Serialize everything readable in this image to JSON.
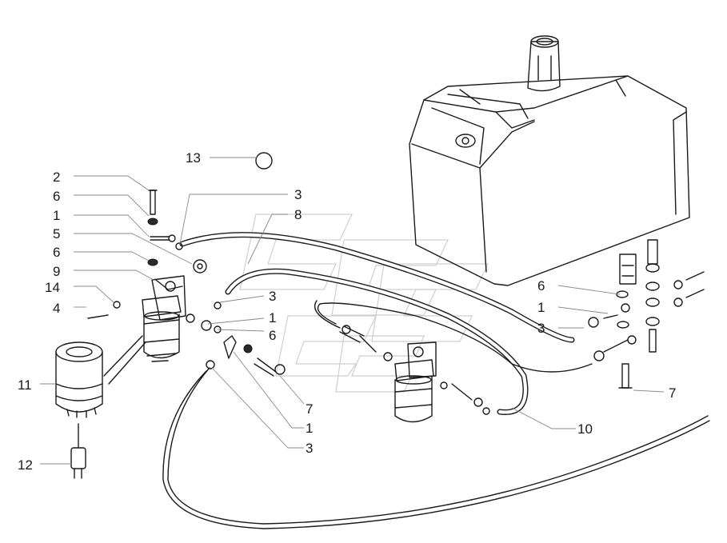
{
  "callouts": [
    {
      "id": "c13",
      "text": "13"
    },
    {
      "id": "c2",
      "text": "2"
    },
    {
      "id": "c6a",
      "text": "6"
    },
    {
      "id": "c1a",
      "text": "1"
    },
    {
      "id": "c5",
      "text": "5"
    },
    {
      "id": "c6b",
      "text": "6"
    },
    {
      "id": "c9",
      "text": "9"
    },
    {
      "id": "c14",
      "text": "14"
    },
    {
      "id": "c4",
      "text": "4"
    },
    {
      "id": "c11",
      "text": "11"
    },
    {
      "id": "c12",
      "text": "12"
    },
    {
      "id": "c3a",
      "text": "3"
    },
    {
      "id": "c8",
      "text": "8"
    },
    {
      "id": "c3b",
      "text": "3"
    },
    {
      "id": "c1b",
      "text": "1"
    },
    {
      "id": "c6c",
      "text": "6"
    },
    {
      "id": "c7a",
      "text": "7"
    },
    {
      "id": "c1c",
      "text": "1"
    },
    {
      "id": "c3c",
      "text": "3"
    },
    {
      "id": "c6d",
      "text": "6"
    },
    {
      "id": "c1d",
      "text": "1"
    },
    {
      "id": "c3d",
      "text": "3"
    },
    {
      "id": "c7b",
      "text": "7"
    },
    {
      "id": "c10",
      "text": "10"
    }
  ],
  "colors": {
    "line": "#1a1a1a",
    "leader": "#8a8a8a",
    "watermark": "#cfcfcf",
    "background": "#ffffff"
  }
}
